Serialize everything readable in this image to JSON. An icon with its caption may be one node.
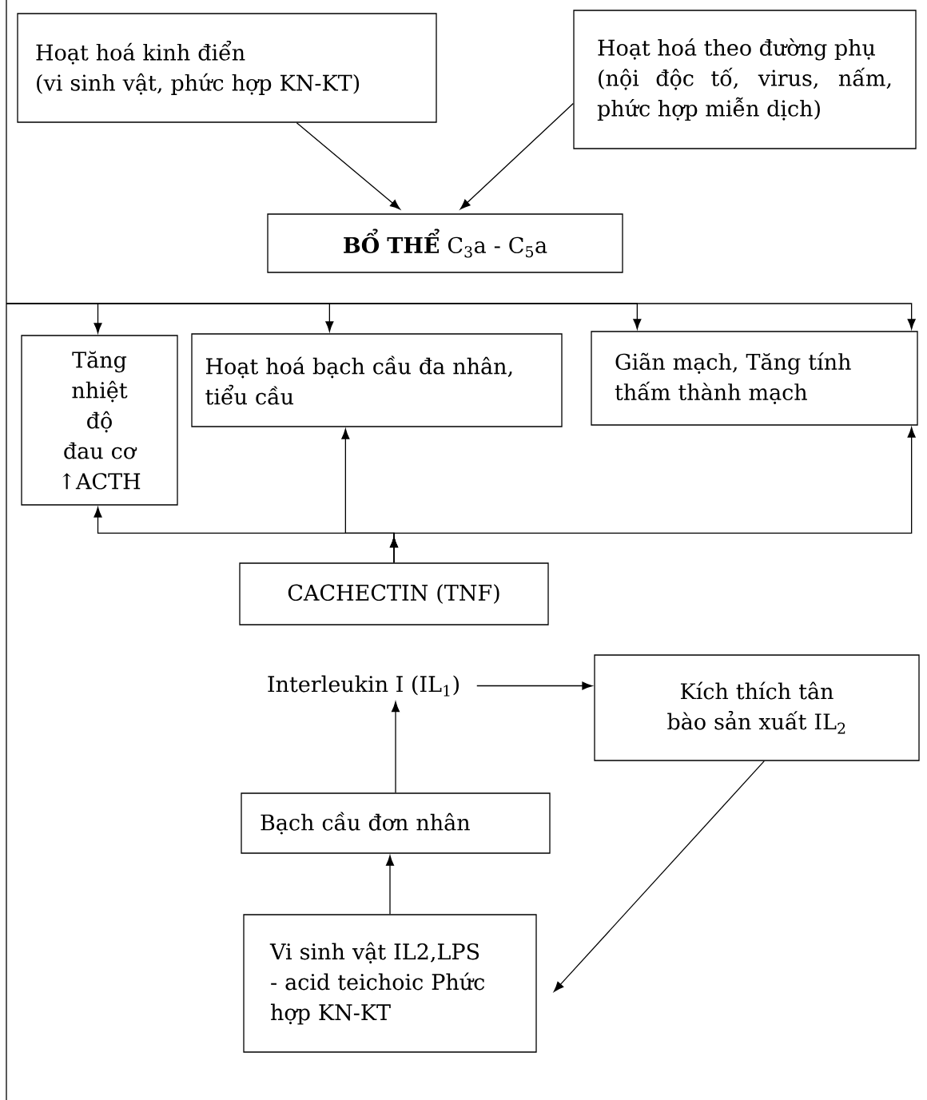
{
  "diagram": {
    "nodes": [
      {
        "text": [
          "Hoạt hoá kinh điển",
          "(vi sinh vật, phức hợp KN-KT)"
        ]
      },
      {
        "text": [
          "Hoạt hoá theo đường phụ",
          "(nội độc tố, virus, nấm, phức hợp miễn dịch)"
        ]
      },
      {
        "text": [
          "**BỔ THỂ** C$_{3}$a - C$_{5}$a"
        ]
      },
      {
        "text": [
          "Tăng nhiệt độ đau cơ ↑ACTH"
        ]
      },
      {
        "text": [
          "Hoạt hoá bạch cầu đa nhân, tiểu cầu"
        ]
      },
      {
        "text": [
          "Giãn mạch, Tăng tính thấm thành mạch"
        ]
      },
      {
        "text": [
          "CACHECTIN (TNF)"
        ]
      },
      {
        "text": [
          "Interleukin I (IL$_{1}$)"
        ]
      },
      {
        "text": [
          "Kích thích tân bào sản xuất IL$_{2}$"
        ]
      },
      {
        "text": [
          "Bạch cầu đơn nhân"
        ]
      },
      {
        "text": [
          "Vi sinh vật IL2,LPS - acid teichoic Phức hợp KN-KT"
        ]
      }
    ],
    "edges": [
      {
        "from": 0,
        "to": 2,
        "arrow": "to"
      },
      {
        "from": 1,
        "to": 2,
        "arrow": "to"
      },
      {
        "from": null,
        "to": 3,
        "arrow": "to"
      },
      {
        "from": null,
        "to": 4,
        "arrow": "to"
      },
      {
        "from": null,
        "to": 5,
        "arrow": "to"
      },
      {
        "from": null,
        "to": 5,
        "arrow": "to"
      },
      {
        "from": 6,
        "to": 3,
        "arrow": "to"
      },
      {
        "from": 6,
        "to": 4,
        "arrow": "to"
      },
      {
        "from": 6,
        "to": 5,
        "arrow": "to"
      },
      {
        "from": 7,
        "to": 8,
        "arrow": "to"
      },
      {
        "from": 9,
        "to": 7,
        "arrow": "to"
      },
      {
        "from": 10,
        "to": 9,
        "arrow": "to"
      },
      {
        "from": 8,
        "to": 10,
        "arrow": "to"
      }
    ]
  }
}
